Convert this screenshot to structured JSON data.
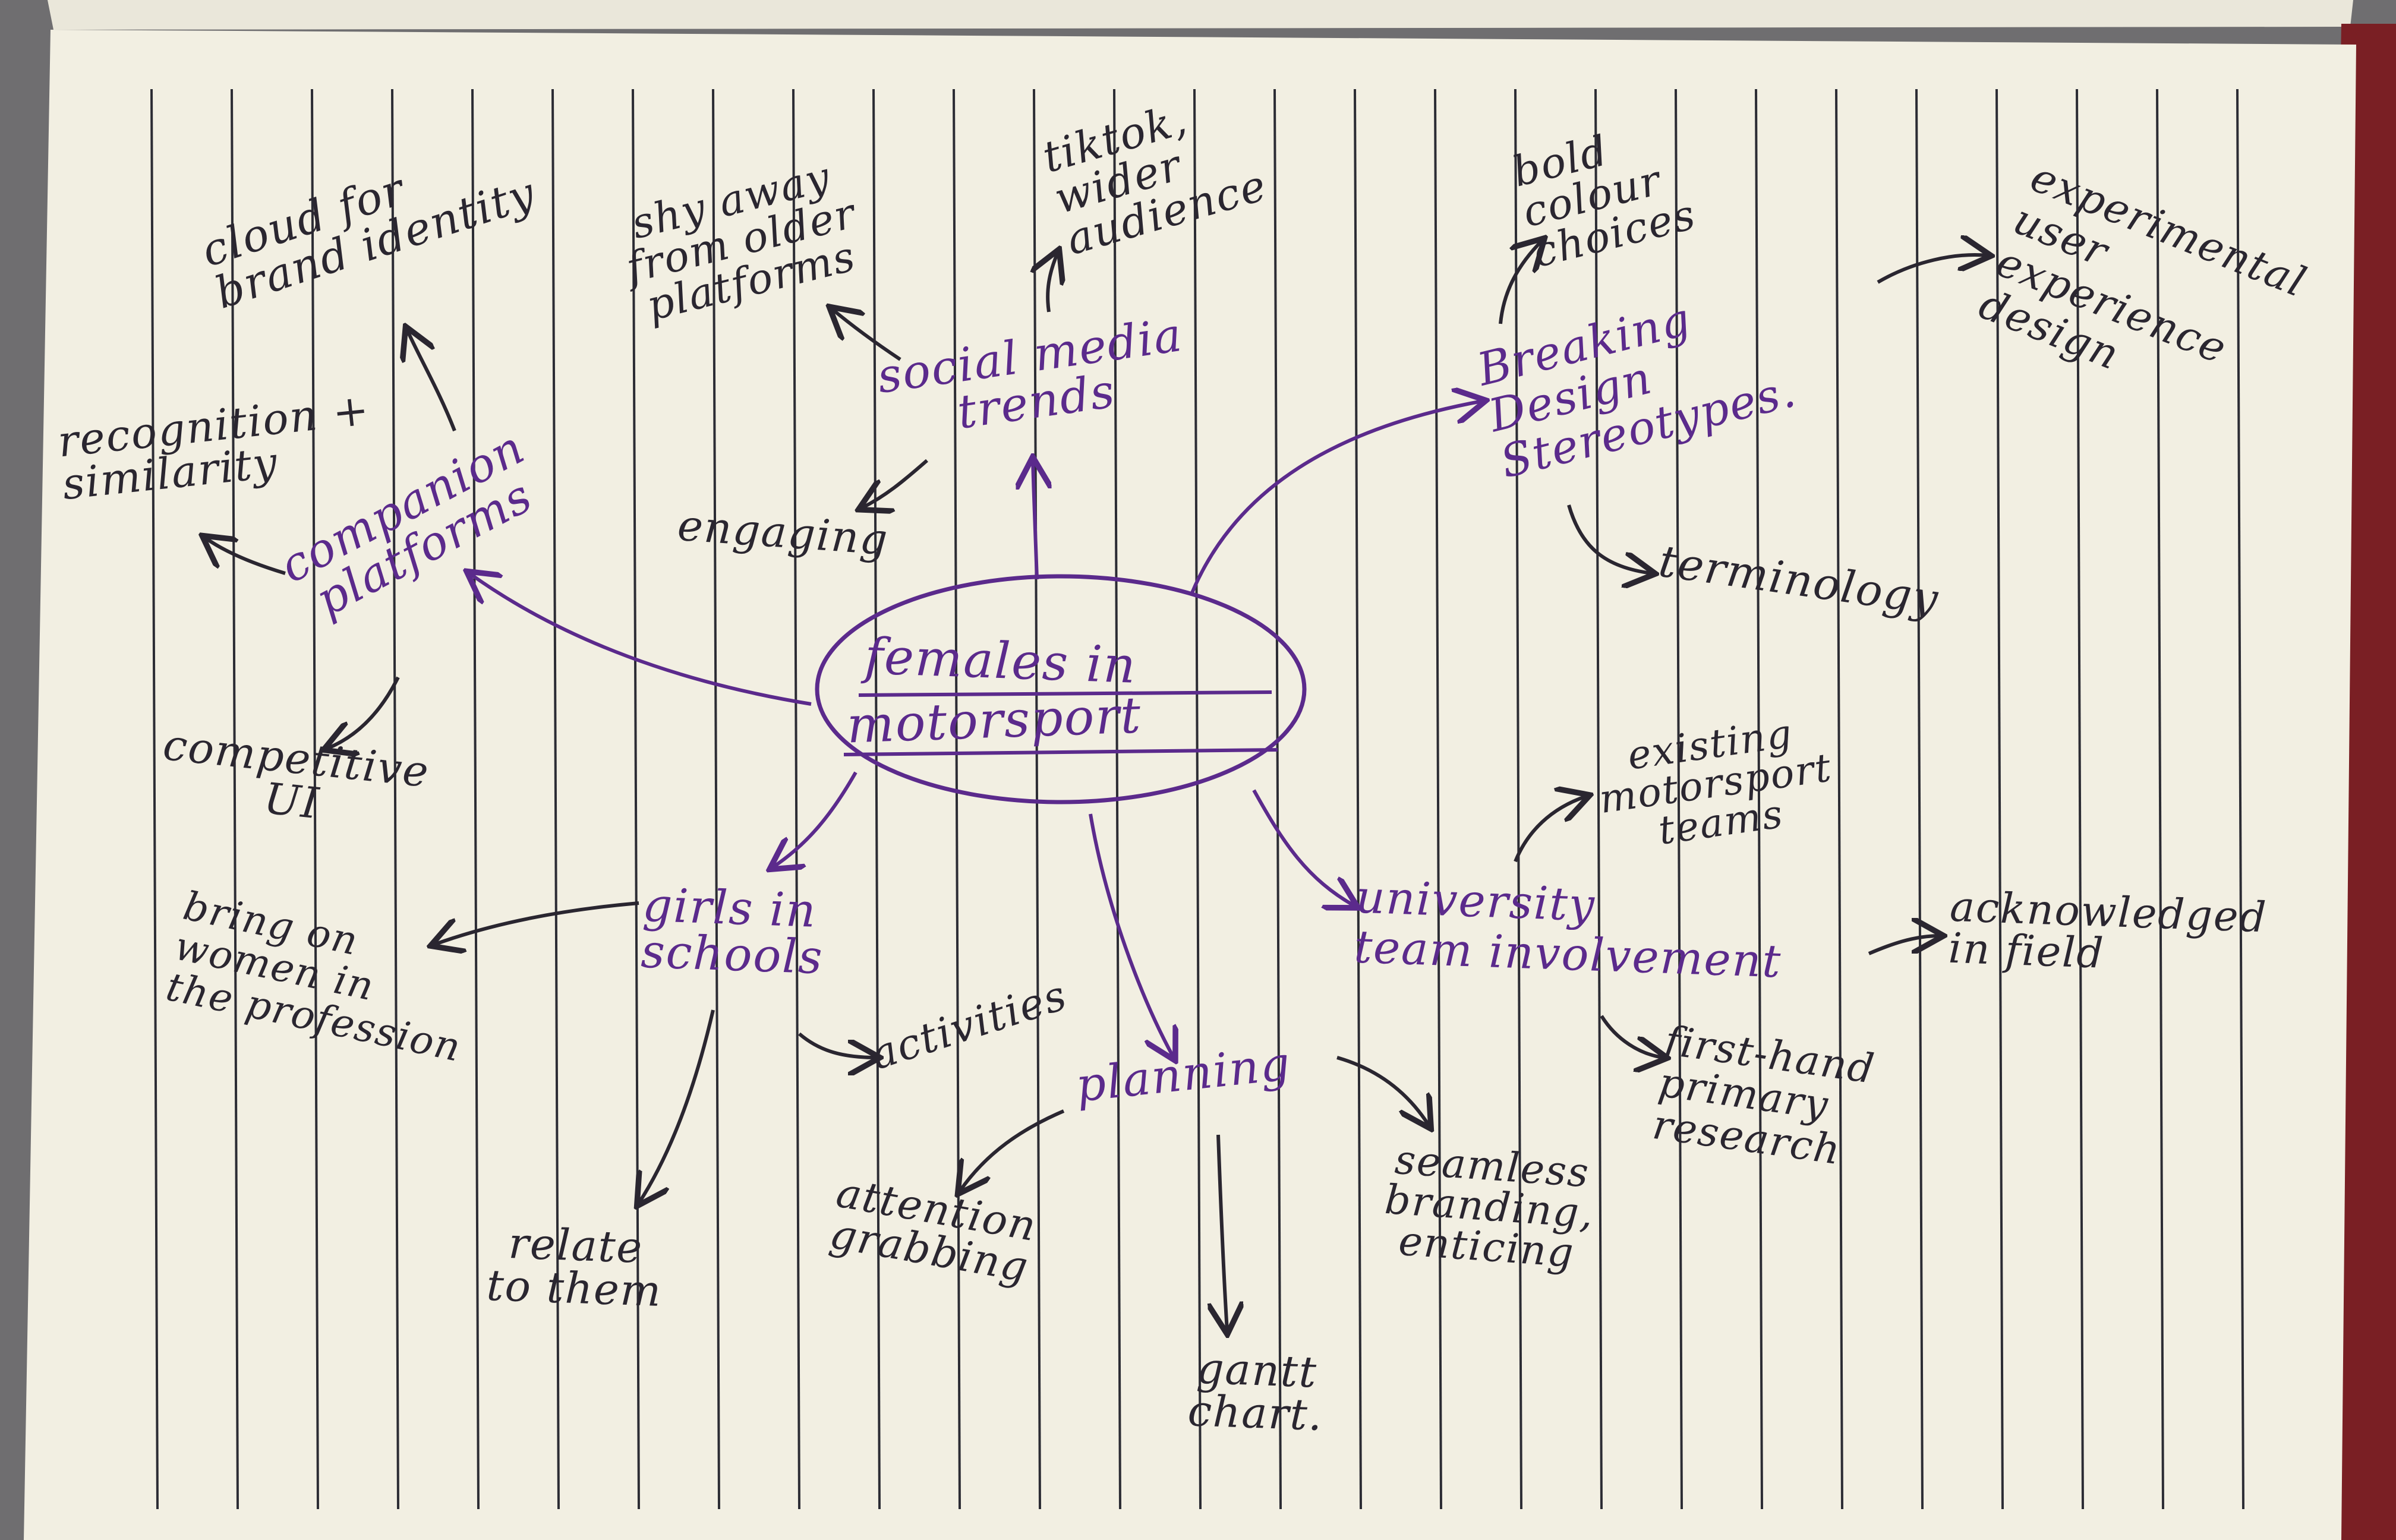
{
  "colors": {
    "paper": "#f2efe2",
    "rule_lines": "#2c2c34",
    "ink_purple": "#5b2a8c",
    "ink_black": "#2a2630",
    "background": "#6f6e70",
    "cover_edge": "#7a1f24"
  },
  "mindmap": {
    "center": {
      "line1": "females in",
      "line2": "motorsport"
    },
    "branches": {
      "companion": "companion\nplatforms",
      "social": "social media\ntrends",
      "design": "Breaking\nDesign\nStereotypes.",
      "girls": "girls in\nschools",
      "planning": "planning",
      "university": "university\nteam involvement"
    },
    "leaves": {
      "cloud": "cloud for\nbrand identity",
      "recognition": "recognition +\nsimilarity",
      "competitive": "competitive\nUI",
      "shy": "shy away\nfrom older\nplatforms",
      "tiktok": "tiktok,\nwider\naudience",
      "engaging": "engaging",
      "bold": "bold\ncolour\nchoices",
      "experimental": "experimental\nuser\nexperience\ndesign",
      "terminology": "terminology",
      "existing": "existing\nmotorsport\nteams",
      "acknowledged": "acknowledged\nin field",
      "firsthand": "first-hand\nprimary\nresearch",
      "bring": "bring on\nwomen in\nthe profession",
      "relate": "relate\nto them",
      "activities": "activities",
      "attention": "attention\ngrabbing",
      "gantt": "gantt\nchart.",
      "seamless": "seamless\nbranding,\nenticing"
    }
  }
}
